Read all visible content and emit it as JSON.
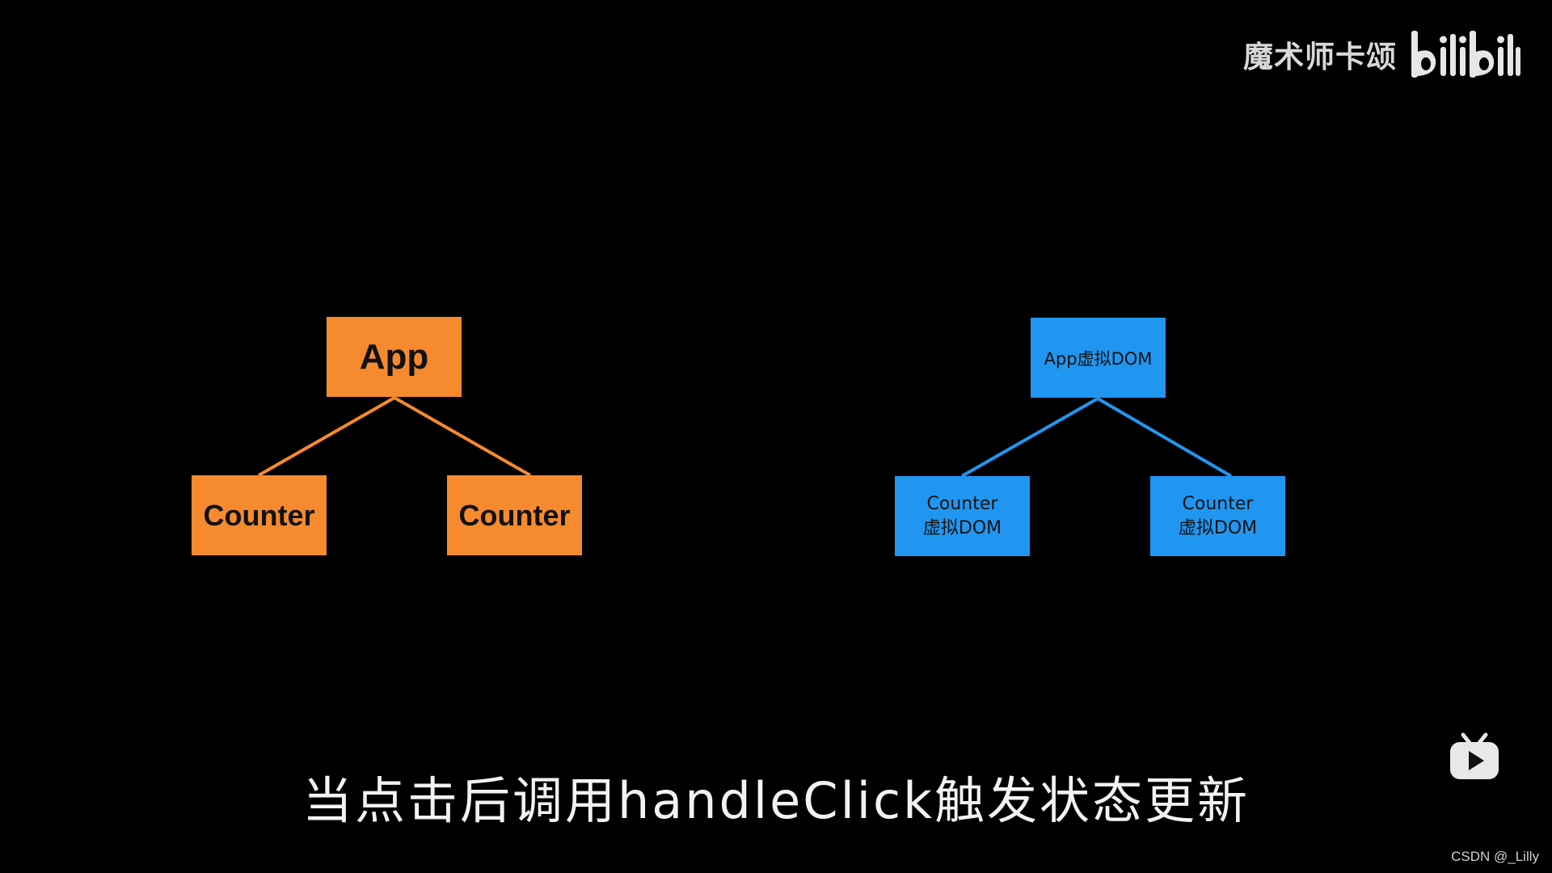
{
  "watermark": {
    "author": "魔术师卡颂",
    "logo": "bilibili"
  },
  "colors": {
    "background": "#000000",
    "orange": "#F68A2E",
    "blue": "#2196F0"
  },
  "left_tree": {
    "root": "App",
    "children": [
      "Counter",
      "Counter"
    ]
  },
  "right_tree": {
    "root": "App虚拟DOM",
    "children": [
      {
        "line1": "Counter",
        "line2": "虚拟DOM"
      },
      {
        "line1": "Counter",
        "line2": "虚拟DOM"
      }
    ]
  },
  "subtitle": "当点击后调用handleClick触发状态更新",
  "icons": {
    "tv": "bilibili-tv-play-icon"
  },
  "credit": "CSDN @_Lilly"
}
